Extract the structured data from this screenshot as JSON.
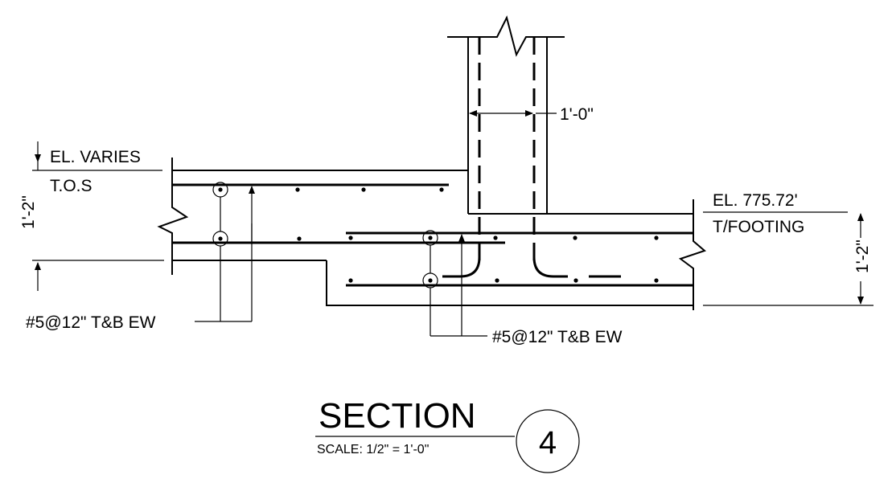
{
  "labels": {
    "top_elev": "EL. VARIES",
    "top_ref": "T.O.S",
    "footing_elev": "EL. 775.72'",
    "footing_ref": "T/FOOTING",
    "wall_width": "1'-0\"",
    "slab_thickness": "1'-2\"",
    "footing_thickness": "1'-2\"",
    "slab_rebar": "#5@12\" T&B EW",
    "footing_rebar": "#5@12\" T&B EW"
  },
  "title_block": {
    "title": "SECTION",
    "scale": "SCALE: 1/2\" = 1'-0\"",
    "number": "4"
  }
}
